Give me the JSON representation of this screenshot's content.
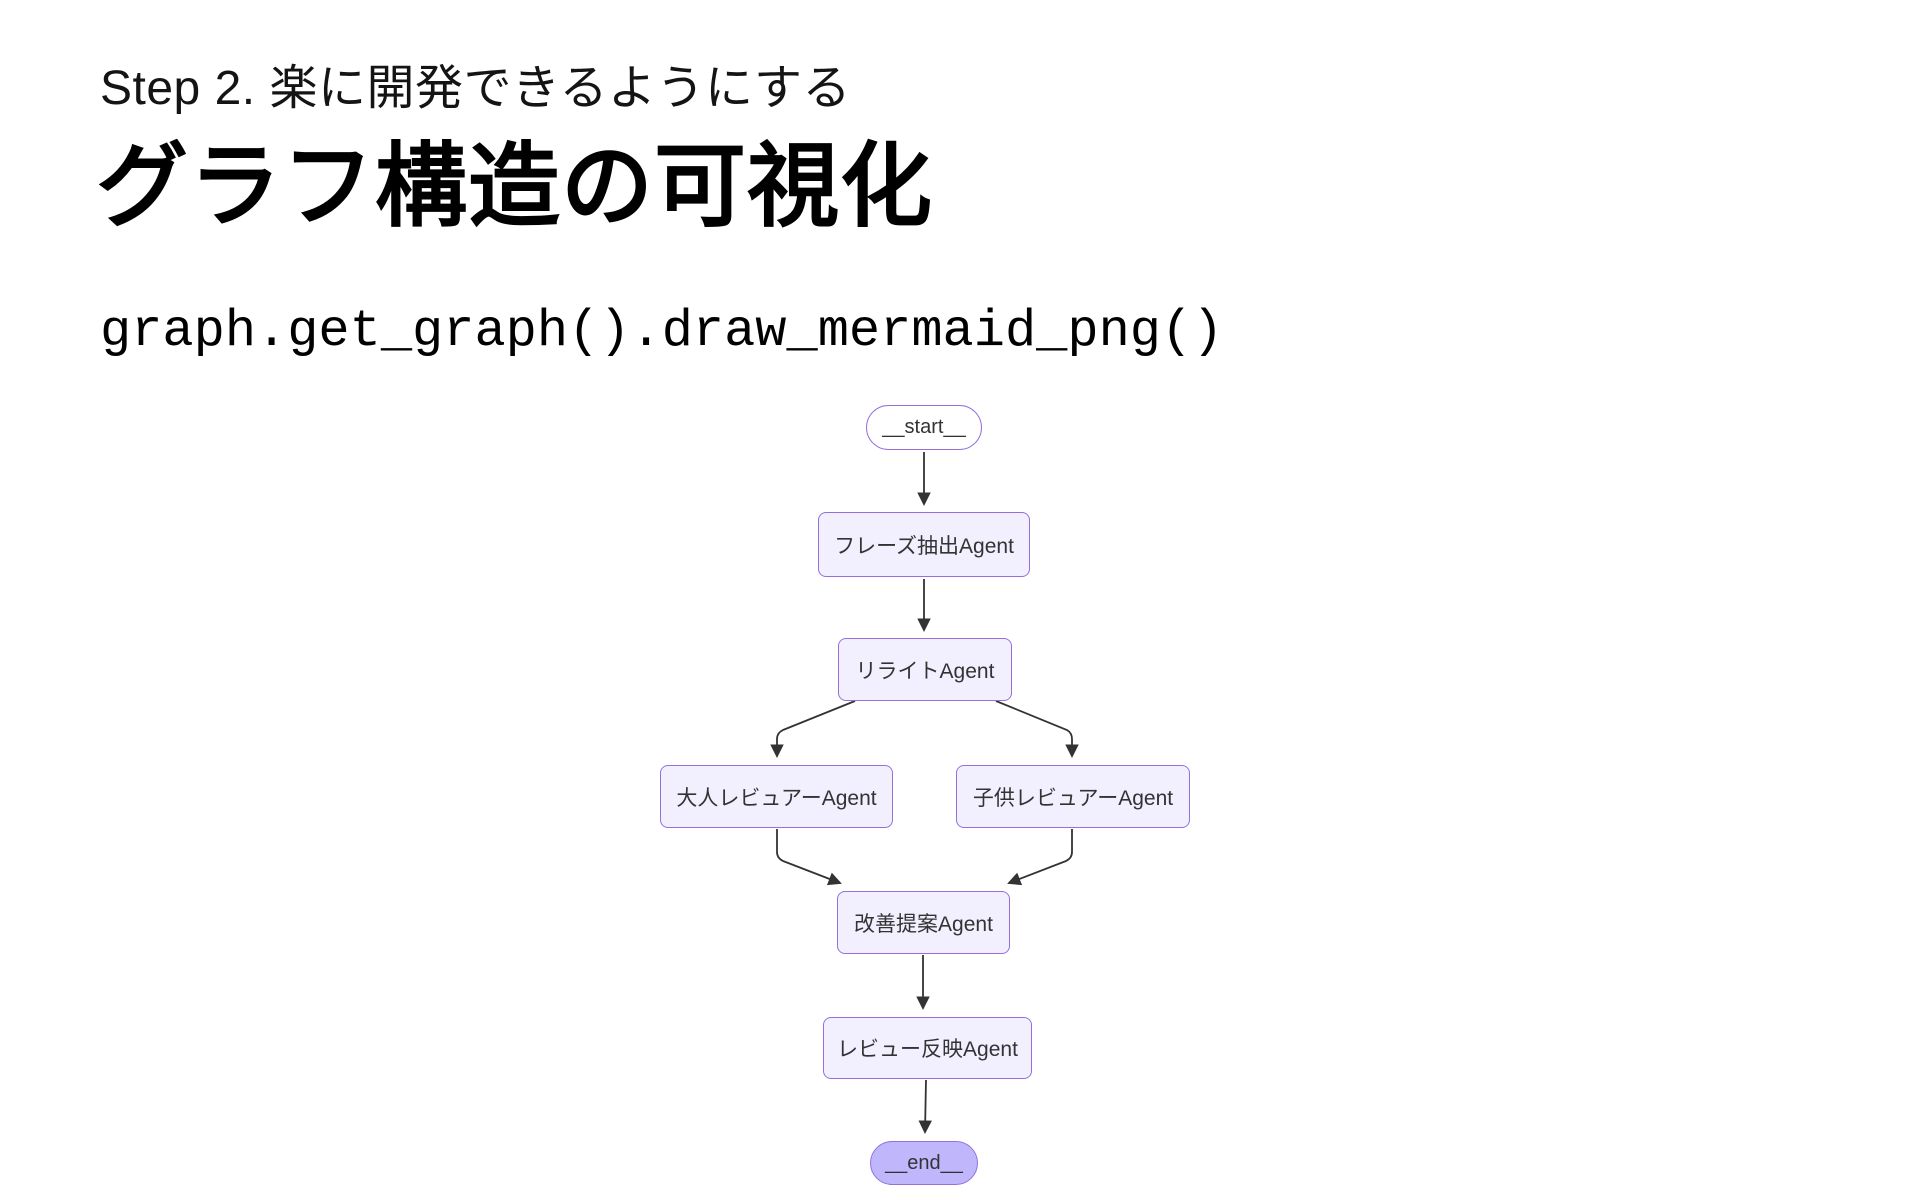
{
  "page": {
    "subtitle": "Step 2. 楽に開発できるようにする",
    "title": "グラフ構造の可視化",
    "code": "graph.get_graph().draw_mermaid_png()"
  },
  "diagram": {
    "type": "flowchart",
    "direction": "top-down",
    "colors": {
      "node_fill": "#f2f0ff",
      "node_border": "#9370DB",
      "start_fill": "#ffffff",
      "end_fill": "#bfb6fc",
      "edge": "#333333",
      "label_text": "#333333"
    },
    "nodes": [
      {
        "id": "start",
        "label": "__start__",
        "shape": "stadium"
      },
      {
        "id": "phrase",
        "label": "フレーズ抽出Agent",
        "shape": "rect"
      },
      {
        "id": "rewrite",
        "label": "リライトAgent",
        "shape": "rect"
      },
      {
        "id": "adult",
        "label": "大人レビュアーAgent",
        "shape": "rect"
      },
      {
        "id": "child",
        "label": "子供レビュアーAgent",
        "shape": "rect"
      },
      {
        "id": "improve",
        "label": "改善提案Agent",
        "shape": "rect"
      },
      {
        "id": "reflect",
        "label": "レビュー反映Agent",
        "shape": "rect"
      },
      {
        "id": "end",
        "label": "__end__",
        "shape": "stadium"
      }
    ],
    "edges": [
      {
        "from": "start",
        "to": "phrase"
      },
      {
        "from": "phrase",
        "to": "rewrite"
      },
      {
        "from": "rewrite",
        "to": "adult"
      },
      {
        "from": "rewrite",
        "to": "child"
      },
      {
        "from": "adult",
        "to": "improve"
      },
      {
        "from": "child",
        "to": "improve"
      },
      {
        "from": "improve",
        "to": "reflect"
      },
      {
        "from": "reflect",
        "to": "end"
      }
    ]
  }
}
